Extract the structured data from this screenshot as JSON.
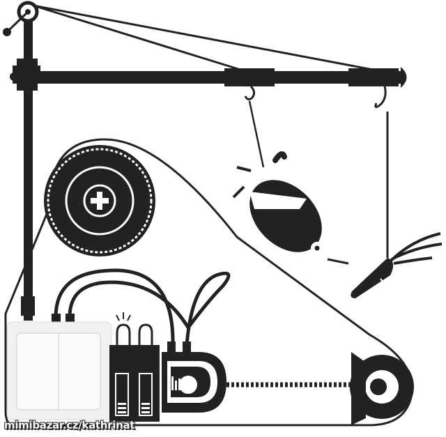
{
  "illustration": {
    "title": "Rube Goldberg machine wall decal",
    "colors": {
      "ink": "#222222",
      "background": "#ffffff",
      "switch_plate": "#f1f1f1"
    },
    "elements": {
      "crane": "crane-arm-with-pulley",
      "hook_left": "hook-icon",
      "hook_right": "hook-icon",
      "creature": "hanging-bug-creature",
      "carrot": "hanging-carrot",
      "big_gear": "large-gear-with-screw",
      "switch": "double-light-switch",
      "bulbs": [
        "light-bulb",
        "light-bulb"
      ],
      "batteries": [
        "battery",
        "battery"
      ],
      "motor": "motor-with-gauge",
      "shaft": "twisted-drive-shaft",
      "small_gear": "bevel-gear"
    }
  },
  "watermark": {
    "text": "mimibazar.cz/kathrinat"
  }
}
